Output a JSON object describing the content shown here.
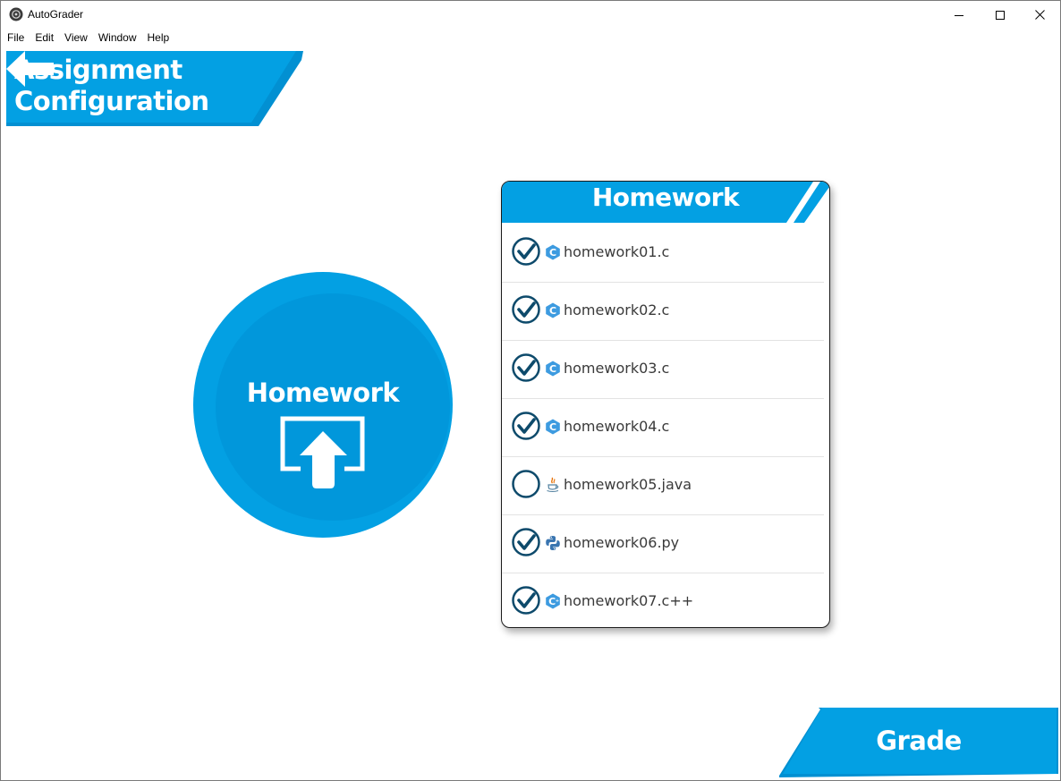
{
  "window": {
    "title": "AutoGrader",
    "controls": [
      "minimize-icon",
      "maximize-icon",
      "close-icon"
    ]
  },
  "menu": {
    "items": [
      "File",
      "Edit",
      "View",
      "Window",
      "Help"
    ]
  },
  "back_banner": {
    "line1": "Assignment",
    "line2": "Configuration",
    "icon": "arrow-left-icon"
  },
  "upload": {
    "label": "Homework",
    "icon": "upload-icon"
  },
  "homework_panel": {
    "title": "Homework",
    "files": [
      {
        "name": "homework01.c",
        "checked": true,
        "language_icon": "c-icon"
      },
      {
        "name": "homework02.c",
        "checked": true,
        "language_icon": "c-icon"
      },
      {
        "name": "homework03.c",
        "checked": true,
        "language_icon": "c-icon"
      },
      {
        "name": "homework04.c",
        "checked": true,
        "language_icon": "c-icon"
      },
      {
        "name": "homework05.java",
        "checked": false,
        "language_icon": "java-icon"
      },
      {
        "name": "homework06.py",
        "checked": true,
        "language_icon": "python-icon"
      },
      {
        "name": "homework07.c++",
        "checked": true,
        "language_icon": "cpp-icon"
      }
    ]
  },
  "grade_button": {
    "label": "Grade"
  },
  "colors": {
    "accent": "#03a0e3",
    "accent_dark": "#0287c8",
    "check_ring": "#0d4a6b",
    "c_icon": "#3d9be0"
  }
}
